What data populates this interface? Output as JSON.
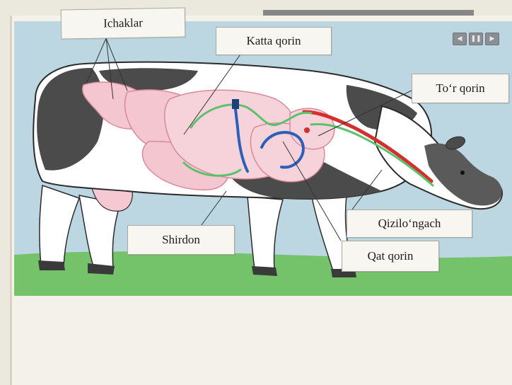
{
  "labels": {
    "ichaklar": "Ichaklar",
    "katta_qorin": "Katta qorin",
    "tor_qorin": "To‘r qorin",
    "qizilongach": "Qizilo‘ngach",
    "shirdon": "Shirdon",
    "qat_qorin": "Qat qorin"
  },
  "colors": {
    "sky": "#bcd7e2",
    "grass": "#74c269",
    "cow_black": "#4b4b4b",
    "organs_pink": "#f3c6d0",
    "path_green": "#58c36a",
    "path_blue": "#2c5fb8",
    "path_red": "#d32f2f"
  },
  "icons": [
    "prev-icon",
    "pause-icon",
    "next-icon"
  ]
}
